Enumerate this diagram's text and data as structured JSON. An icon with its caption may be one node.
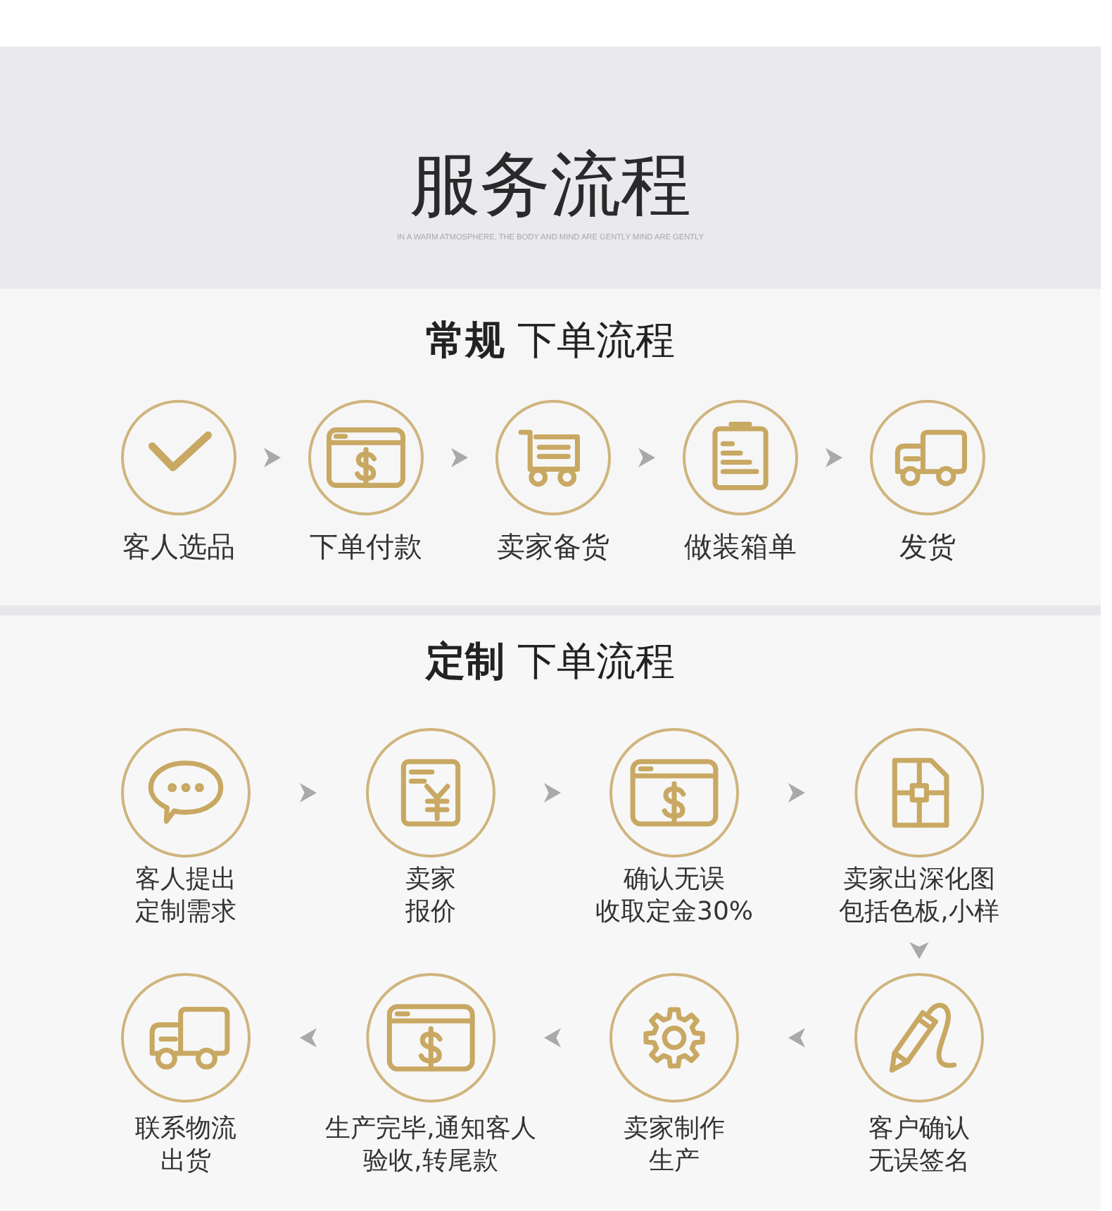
{
  "diagram": {
    "title": "服务流程",
    "nodes": [
      {
        "text": [
          "**常规** 下单流程"
        ]
      },
      {
        "text": [
          "客人选品"
        ],
        "in": 0
      },
      {
        "text": [
          "下单付款"
        ],
        "in": 0
      },
      {
        "text": [
          "卖家备货"
        ],
        "in": 0
      },
      {
        "text": [
          "做装箱单"
        ],
        "in": 0
      },
      {
        "text": [
          "发货"
        ],
        "in": 0
      },
      {
        "text": [
          "**定制** 下单流程"
        ]
      },
      {
        "text": [
          "客人提出定制需求"
        ],
        "in": 6
      },
      {
        "text": [
          "卖家报价"
        ],
        "in": 6
      },
      {
        "text": [
          "确认无误收取定金30%"
        ],
        "in": 6
      },
      {
        "text": [
          "卖家出深化图包括色板,小样"
        ],
        "in": 6
      },
      {
        "text": [
          "联系物流出货"
        ],
        "in": 6
      },
      {
        "text": [
          "生产完毕,通知客人验收,转尾款"
        ],
        "in": 6
      },
      {
        "text": [
          "卖家制作生产"
        ],
        "in": 6
      },
      {
        "text": [
          "客户确认无误签名"
        ],
        "in": 6
      }
    ],
    "edges": [
      {
        "from": 1,
        "to": 2,
        "arrow": "to"
      },
      {
        "from": 2,
        "to": 3,
        "arrow": "to"
      },
      {
        "from": 3,
        "to": 4,
        "arrow": "to"
      },
      {
        "from": 4,
        "to": 5,
        "arrow": "to"
      },
      {
        "from": 7,
        "to": 8,
        "arrow": "to"
      },
      {
        "from": 8,
        "to": 9,
        "arrow": "to"
      },
      {
        "from": 9,
        "to": 10,
        "arrow": "to"
      },
      {
        "from": 10,
        "to": 14,
        "arrow": "to"
      },
      {
        "from": 14,
        "to": 13,
        "arrow": "to"
      },
      {
        "from": 13,
        "to": 12,
        "arrow": "to"
      },
      {
        "from": 12,
        "to": 11,
        "arrow": "to"
      }
    ],
    "labels": [
      "IN A WARM ATMOSPHERE, THE BODY AND MIND ARE GENTLY MIND ARE GENTLY"
    ]
  }
}
